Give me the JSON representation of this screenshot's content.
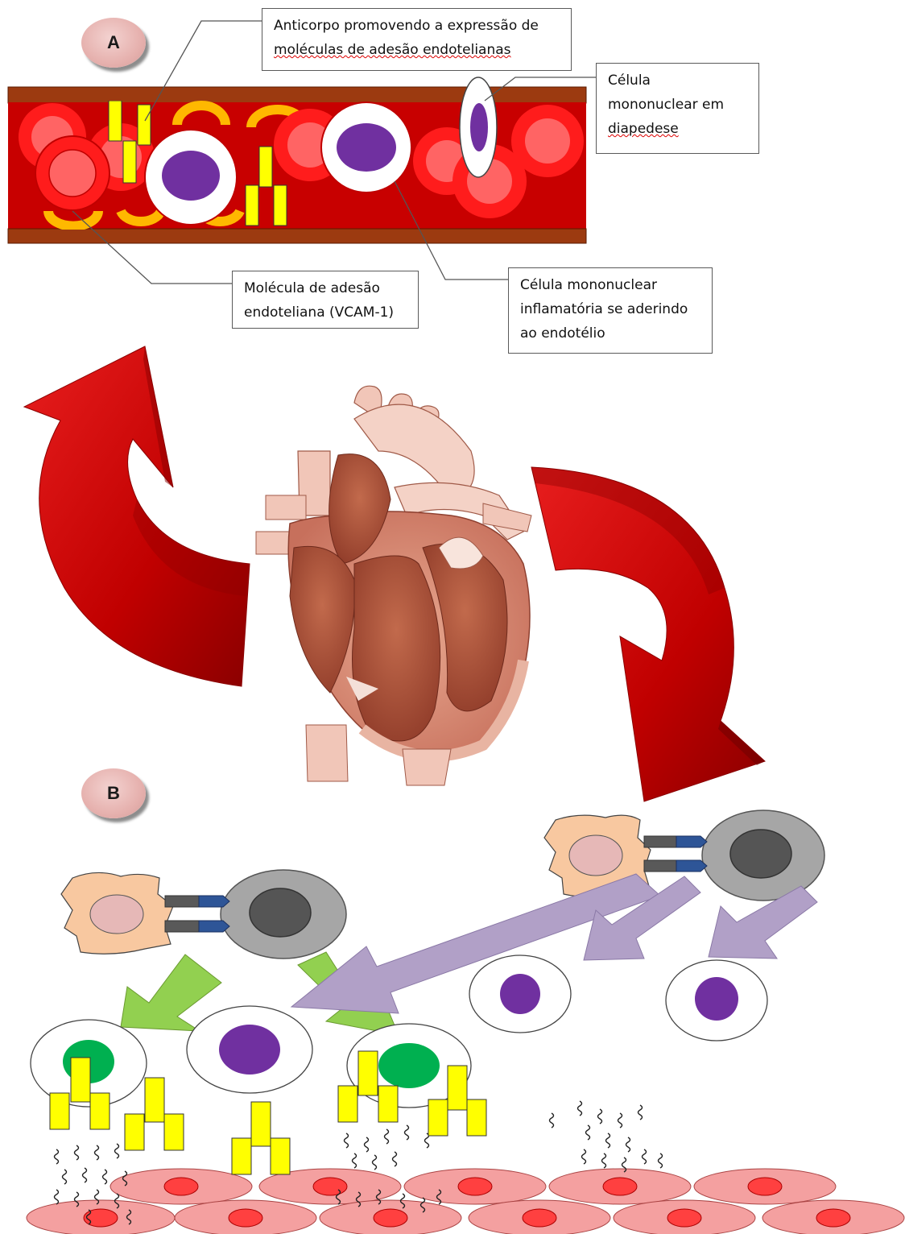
{
  "panel_a": {
    "marker": "A",
    "callouts": {
      "antibody": [
        "Anticorpo promovendo a expressão de",
        "moléculas de adesão endotelianas"
      ],
      "diapedesis": [
        "Célula",
        "mononuclear em",
        "diapedese"
      ],
      "adhesion_molecule": [
        "Molécula de adesão",
        "endoteliana (VCAM-1)"
      ],
      "adhering_cell": [
        "Célula mononuclear",
        "inflamatória se aderindo",
        "ao endotélio"
      ]
    }
  },
  "panel_b": {
    "marker": "B"
  },
  "colors": {
    "vessel_wall": "#9c3a10",
    "blood": "#c80000",
    "red_cell": "#ff1c1c",
    "red_cell_center": "#ff6464",
    "adhesion_molecule": "#ffb800",
    "antibody": "#ffff00",
    "nucleus_purple": "#7030a0",
    "nucleus_green": "#00b050",
    "apc_body": "#f8c8a0",
    "t_cell": "#a6a6a6",
    "receptor_blue": "#2e5597",
    "arrow_green": "#92d050",
    "arrow_lavender": "#b1a0c7",
    "endothelial_cell": "#f4a0a0",
    "big_arrow": "#c00000"
  },
  "icons": [
    "heart-illustration",
    "big-arrow-up-left",
    "big-arrow-down-right"
  ]
}
